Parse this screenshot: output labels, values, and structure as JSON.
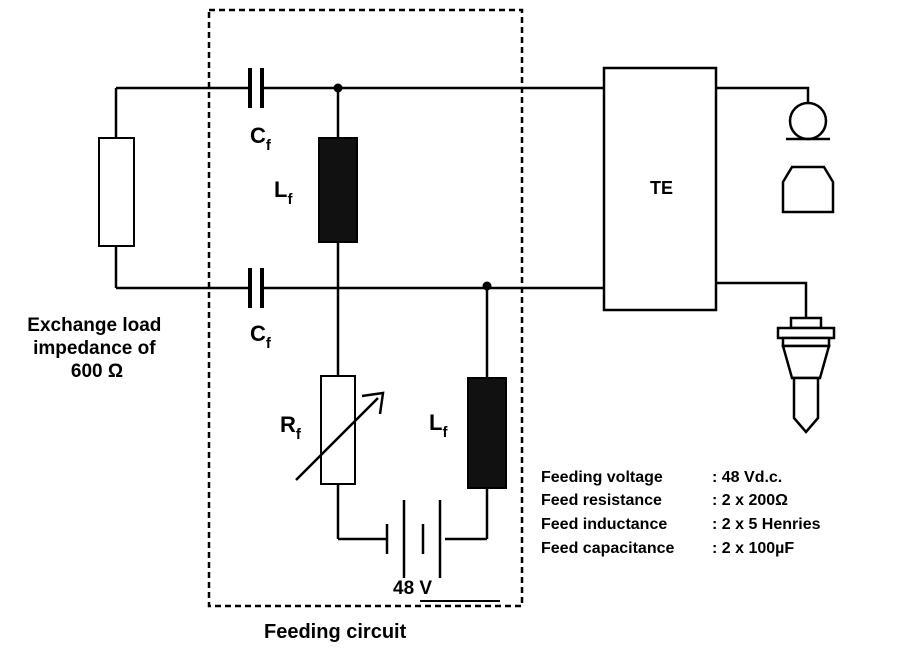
{
  "diagram": {
    "exchange_load_label": [
      "Exchange load",
      "impedance of",
      "600 Ω"
    ],
    "capacitor_label_main": "C",
    "capacitor_label_sub": "f",
    "inductor_label_main": "L",
    "inductor_label_sub": "f",
    "resistor_label_main": "R",
    "resistor_label_sub": "f",
    "te_label": "TE",
    "battery_label": "48 V",
    "feeding_circuit_label": "Feeding circuit",
    "specs": [
      {
        "name": "Feeding voltage",
        "value": ": 48 Vd.c."
      },
      {
        "name": "Feed resistance",
        "value": ": 2 x 200Ω"
      },
      {
        "name": "Feed inductance",
        "value": ": 2 x 5 Henries"
      },
      {
        "name": "Feed capacitance",
        "value": ": 2 x 100µF"
      }
    ]
  }
}
